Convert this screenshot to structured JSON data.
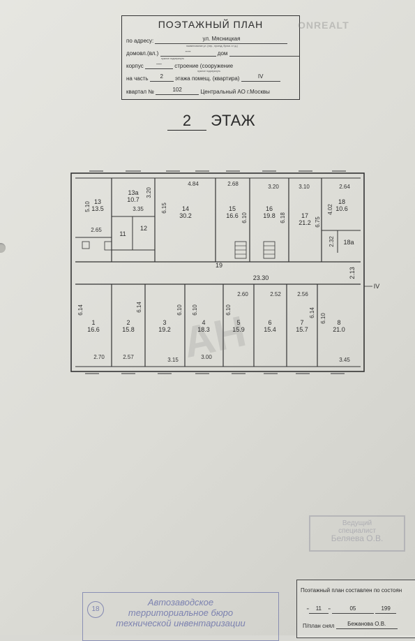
{
  "header": {
    "title": "ПОЭТАЖНЫЙ ПЛАН",
    "address_label": "по адресу:",
    "address_value": "ул. Мясницкая",
    "address_hint": "наименование ул. (пер., проезд, бульв. и т.д.)",
    "house_label": "домовл.(вл.)",
    "house_value": "---",
    "house_suffix": "дом",
    "house_hint": "нужное подчеркнуть",
    "corpus_label": "корпус",
    "corpus_value": "---",
    "building_label": "строение (сооружение",
    "building_hint": "нужное подчеркнуть",
    "part_label": "на часть",
    "part_value": "2",
    "floor_label": "этажа помещ. (квартира)",
    "floor_value": "IV",
    "quarter_label": "квартал №",
    "quarter_value": "102",
    "district": "Центральный АО г.Москвы"
  },
  "watermark_top": "ONREALT",
  "floor_title": {
    "number": "2",
    "label": "ЭТАЖ"
  },
  "rooms_top": [
    {
      "id": "13",
      "area": "13.5"
    },
    {
      "id": "13а",
      "area": "10.7"
    },
    {
      "id": "11",
      "area": ""
    },
    {
      "id": "12",
      "area": ""
    },
    {
      "id": "14",
      "area": "30.2"
    },
    {
      "id": "15",
      "area": "16.6"
    },
    {
      "id": "16",
      "area": "19.8"
    },
    {
      "id": "17",
      "area": "21.2"
    },
    {
      "id": "18",
      "area": "10.6"
    },
    {
      "id": "18а",
      "area": ""
    }
  ],
  "rooms_bottom": [
    {
      "id": "1",
      "area": "16.6"
    },
    {
      "id": "2",
      "area": "15.8"
    },
    {
      "id": "3",
      "area": "19.2"
    },
    {
      "id": "4",
      "area": "18.3"
    },
    {
      "id": "5",
      "area": "15.9"
    },
    {
      "id": "6",
      "area": "15.4"
    },
    {
      "id": "7",
      "area": "15.7"
    },
    {
      "id": "8",
      "area": "21.0"
    }
  ],
  "corridor": {
    "id": "19",
    "length": "23.30",
    "width": "2.13",
    "section": "IV"
  },
  "dimensions": {
    "top_widths": [
      "4.84",
      "2.68",
      "3.20",
      "3.10",
      "2.64",
      "3.35",
      "2.65"
    ],
    "top_depths": [
      "5.10",
      "3.20",
      "6.15",
      "6.10",
      "6.18",
      "6.75",
      "4.02",
      "2.32"
    ],
    "bottom_widths": [
      "2.70",
      "2.57",
      "3.15",
      "3.00",
      "2.60",
      "2.52",
      "2.56",
      "3.45"
    ],
    "bottom_depths": [
      "6.14",
      "6.14",
      "6.10",
      "6.10",
      "6.10",
      "6.14",
      "6.10"
    ]
  },
  "plan_watermark": "АН",
  "stamp": {
    "line1": "Ведущий",
    "line2": "специалист",
    "line3": "Беляева О.В."
  },
  "note": {
    "line1": "Поэтажный план составлен по состоян",
    "day": "11",
    "month": "05",
    "year": "199",
    "taken_label": "П/план снял",
    "taken_value": "Бежанова О.В."
  },
  "bureau": {
    "number": "18",
    "line1": "Автозаводское",
    "line2": "территориальное бюро",
    "line3": "технической инвентаризации"
  }
}
